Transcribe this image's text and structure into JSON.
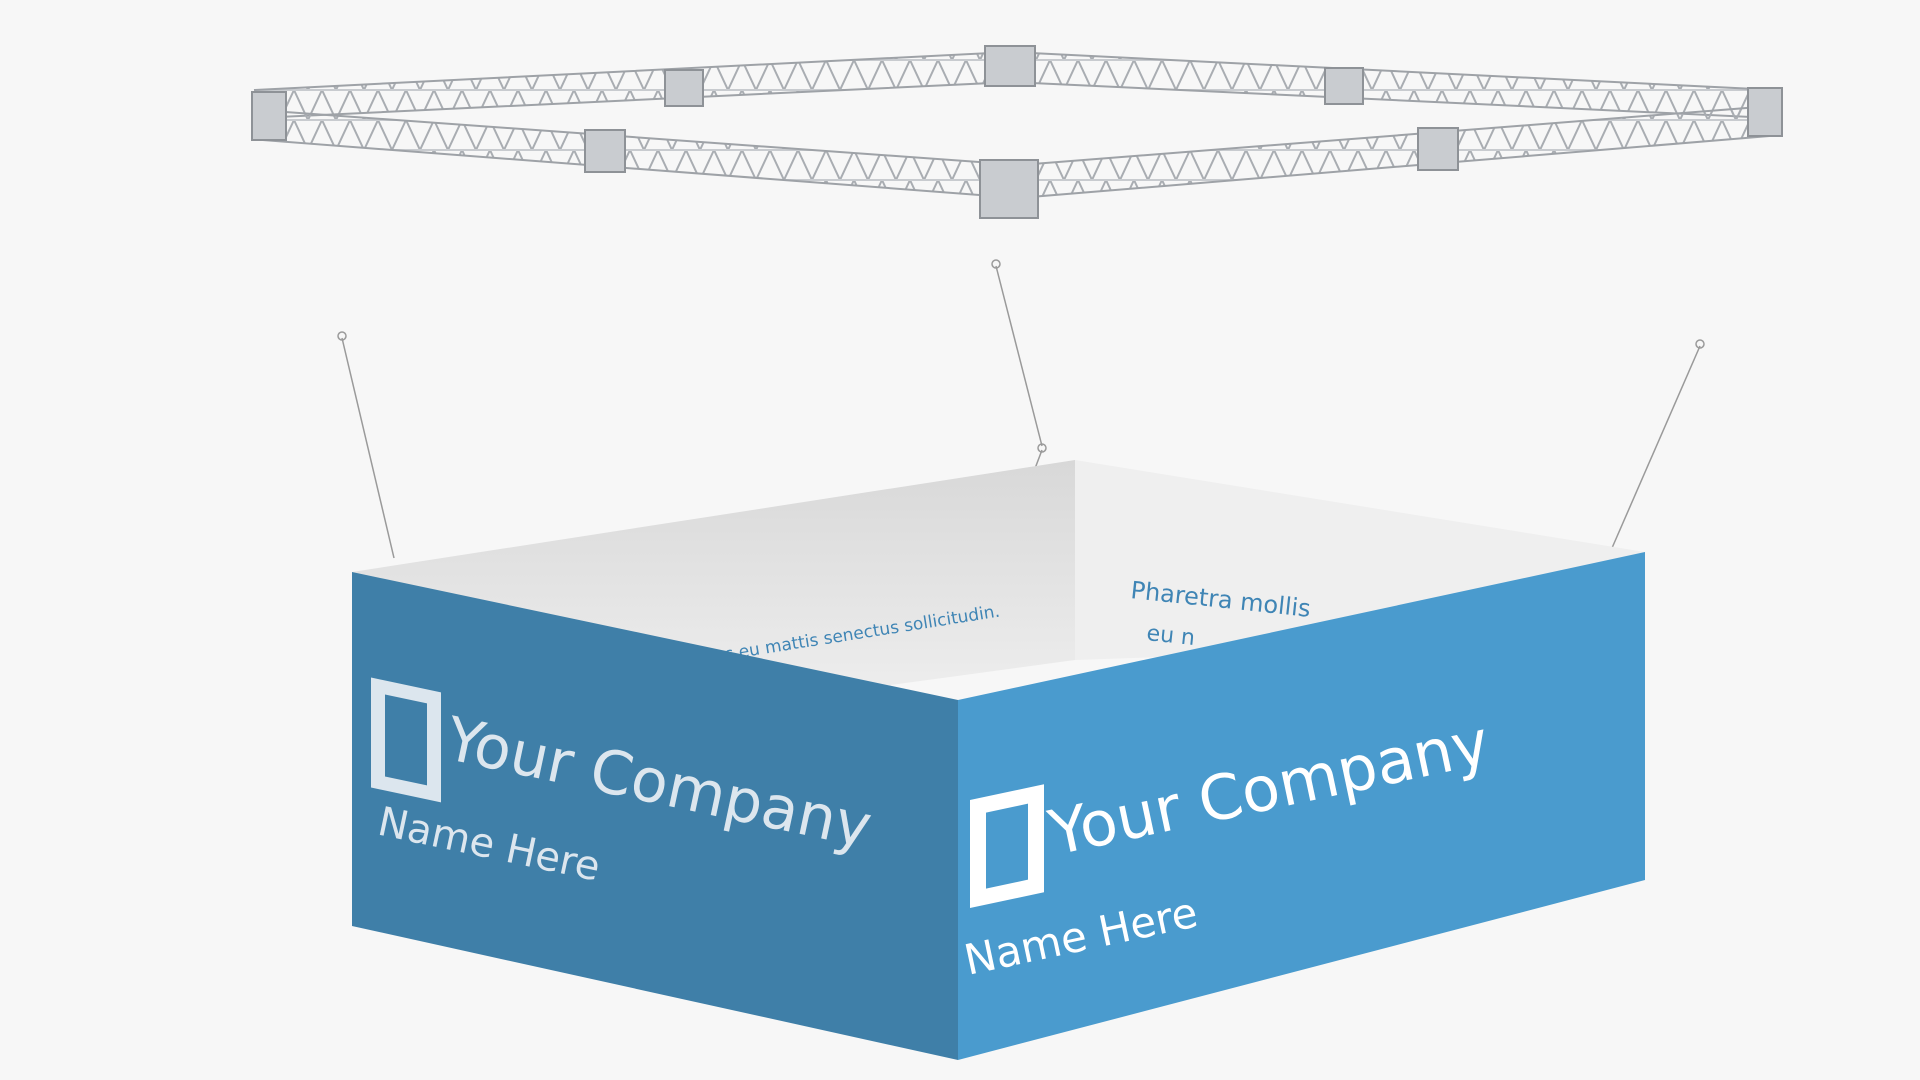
{
  "scene": {
    "background": "#f7f7f7",
    "truss_color": "#b9bcc0",
    "banner_front_color": "#4a9bce",
    "banner_left_color": "#3f7fa8",
    "banner_inner_color": "#e4e4e4",
    "cable_color": "#9a9a9a"
  },
  "banner": {
    "left_panel": {
      "logo": "square-logo-icon",
      "company": "Your Company",
      "name": "Name Here"
    },
    "front_panel": {
      "logo": "square-logo-icon",
      "company": "Your Company",
      "name": "Name Here"
    },
    "inner_back_text": "c eu mattis senectus sollicitudin.",
    "inner_right_text_1": "Pharetra mollis",
    "inner_right_text_2": "eu n"
  }
}
